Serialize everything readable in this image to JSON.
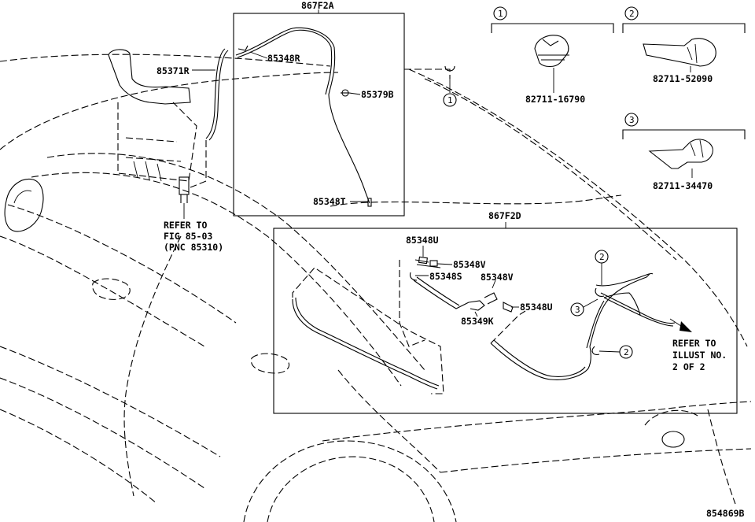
{
  "diagram_id": "854869B",
  "groups": {
    "top": "867F2A",
    "bottom": "867F2D"
  },
  "callouts": {
    "c1": "1",
    "c2": "2",
    "c3": "3"
  },
  "parts": {
    "p85371R": "85371R",
    "p85348R": "85348R",
    "p85379B": "85379B",
    "p85348T": "85348T",
    "p85348U_a": "85348U",
    "p85348V_a": "85348V",
    "p85348S": "85348S",
    "p85348V_b": "85348V",
    "p85348U_b": "85348U",
    "p85349K": "85349K"
  },
  "clips": {
    "clip1": "82711-16790",
    "clip2": "82711-52090",
    "clip3": "82711-34470"
  },
  "refer_fig": [
    "REFER TO",
    "FIG 85-03",
    "(PNC 85310)"
  ],
  "refer_illust": [
    "REFER TO",
    "ILLUST NO.",
    "2 OF 2"
  ]
}
